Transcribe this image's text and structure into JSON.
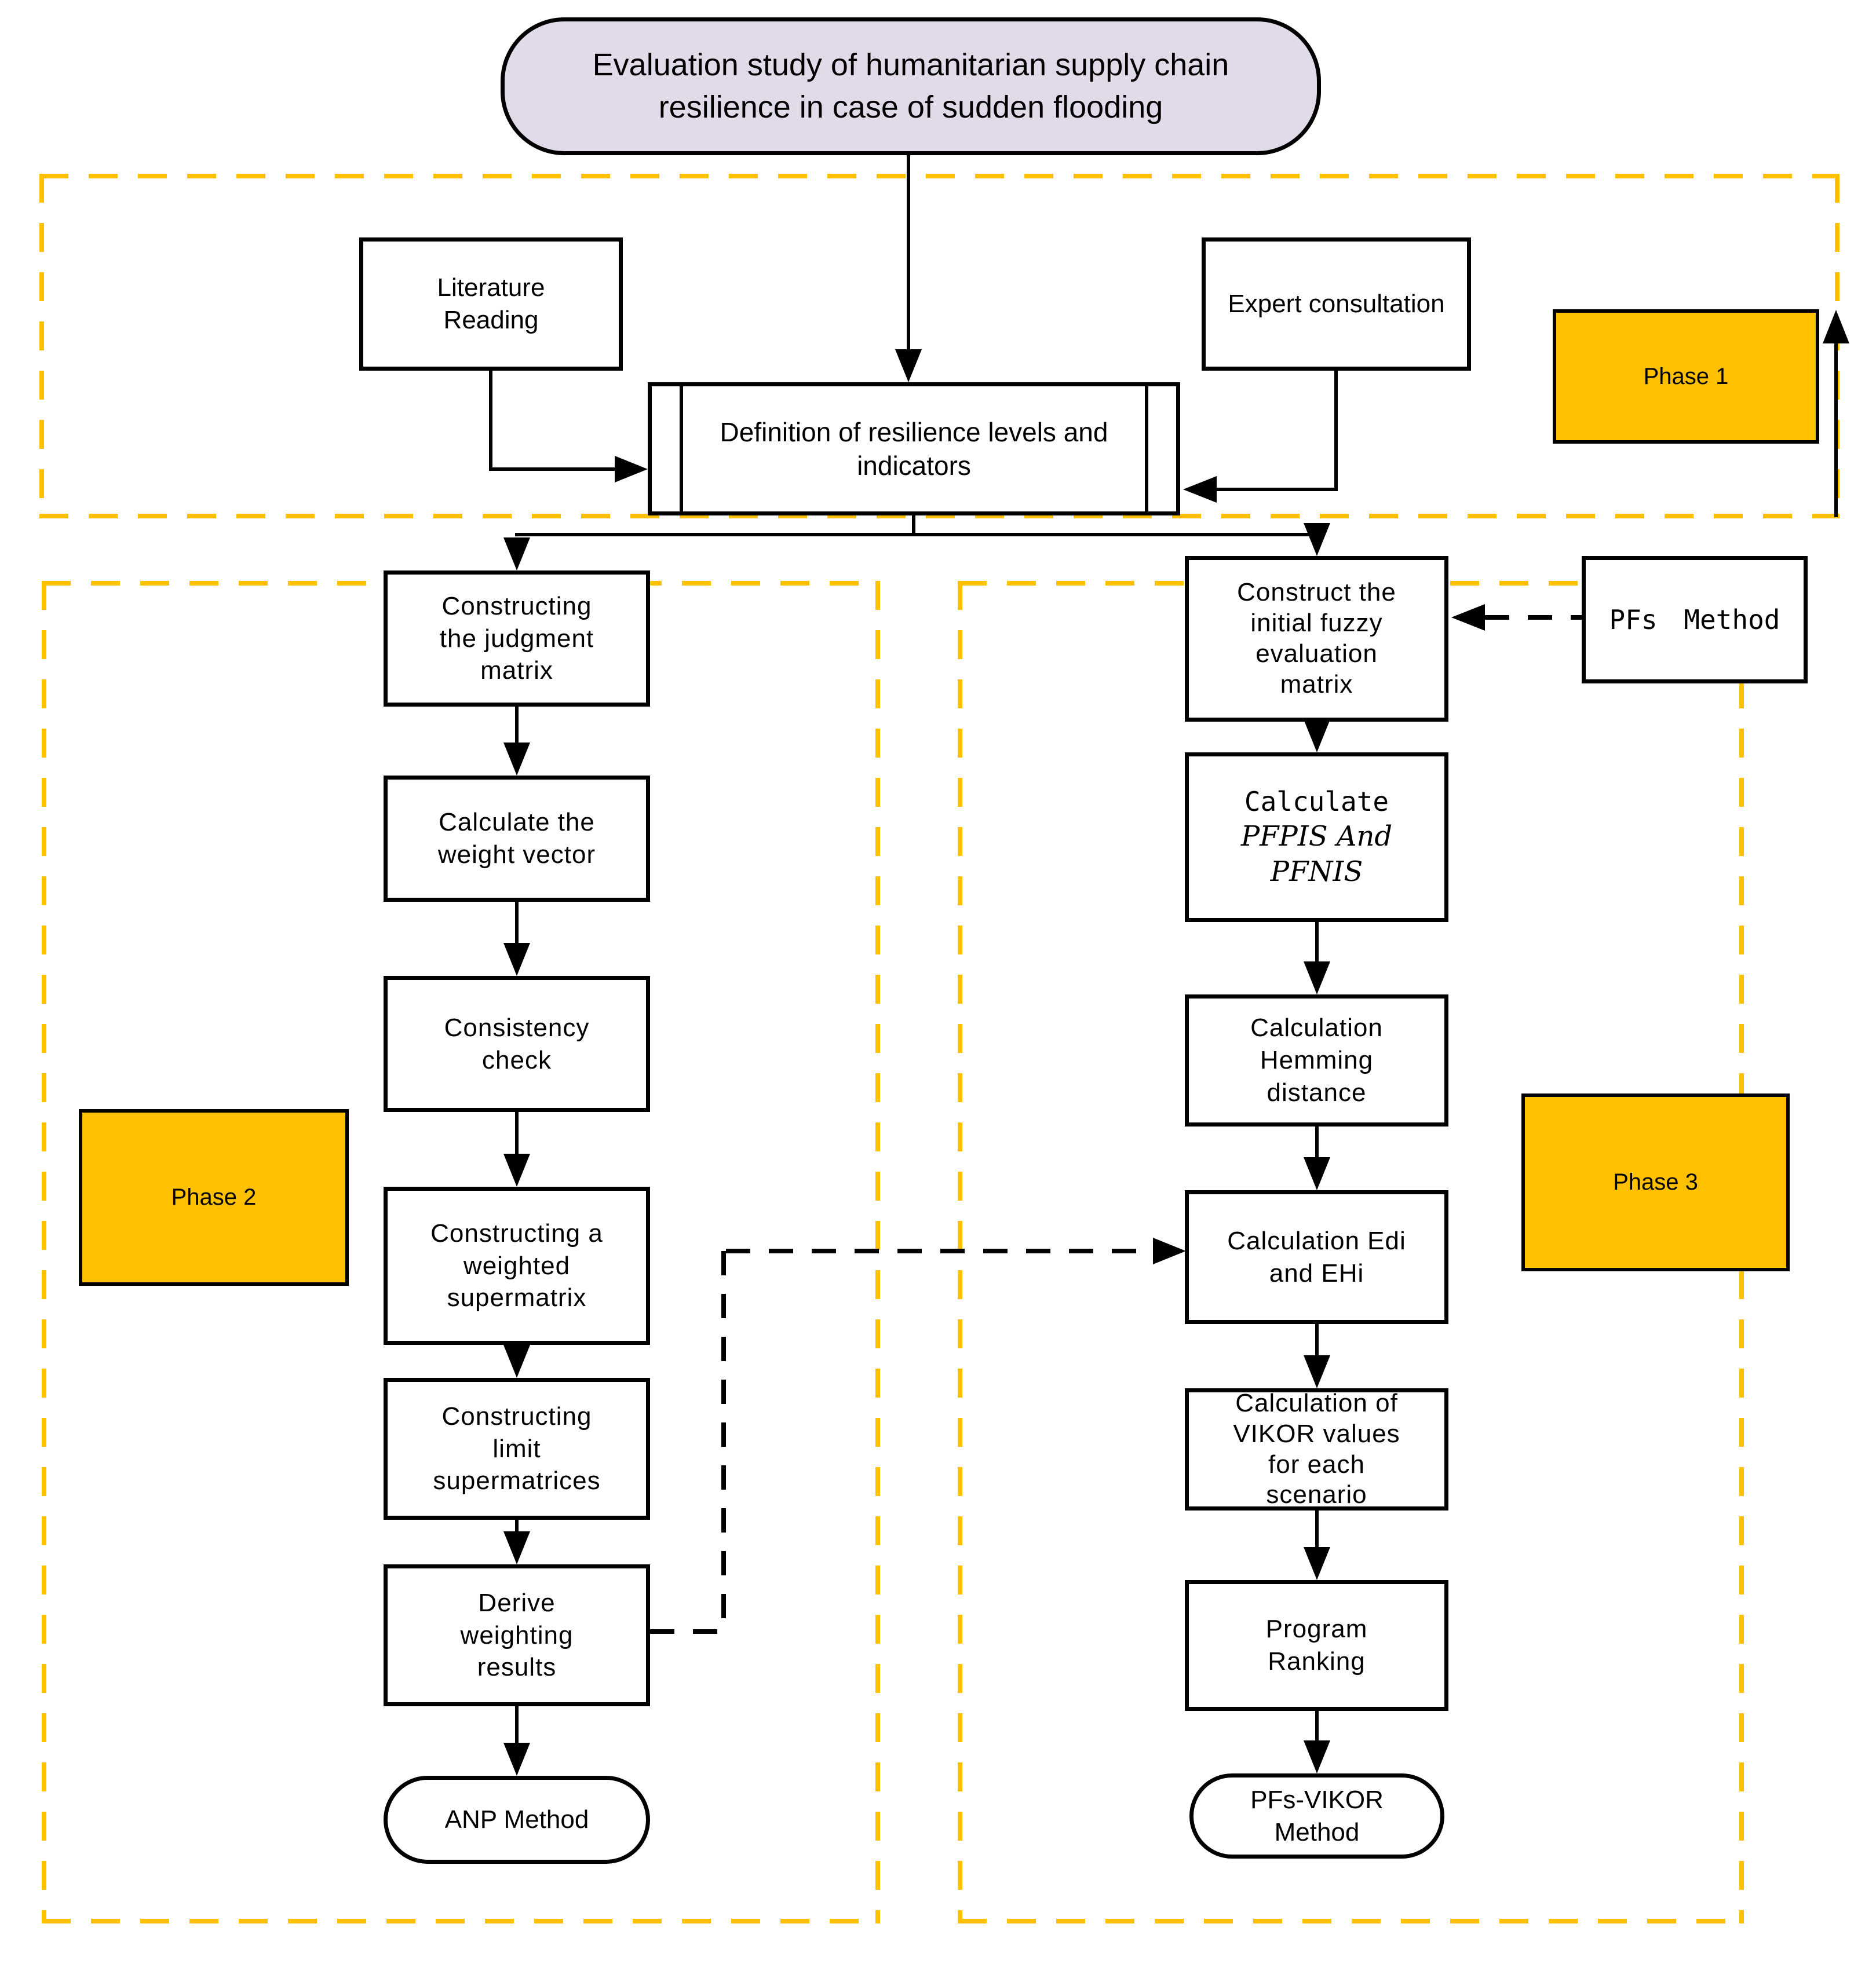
{
  "colors": {
    "accent": "#FFC000",
    "title_fill": "#E1DBE9",
    "line": "#000000",
    "node_fill": "#FFFFFF"
  },
  "title": {
    "text": "Evaluation study of humanitarian supply chain resilience in case of sudden flooding"
  },
  "phase1": {
    "label": "Phase 1",
    "literature": "Literature Reading",
    "expert": "Expert consultation",
    "definition": "Definition of resilience levels and indicators"
  },
  "phase2": {
    "label": "Phase 2",
    "steps": [
      "Constructing the judgment matrix",
      "Calculate the weight vector",
      "Consistency check",
      "Constructing a weighted supermatrix",
      "Constructing limit supermatrices",
      "Derive weighting results"
    ],
    "method": "ANP Method"
  },
  "phase3": {
    "label": "Phase 3",
    "steps": [
      "Construct the initial fuzzy evaluation matrix",
      "Calculation Hemming distance",
      "Calculation Edi and EHi",
      "Calculation of VIKOR values for each scenario",
      "Program Ranking"
    ],
    "calculate": {
      "prefix": "Calculate",
      "emphasis": "PFPIS And PFNIS"
    },
    "pfs_method": "PFs Method",
    "method": "PFs-VIKOR Method"
  }
}
